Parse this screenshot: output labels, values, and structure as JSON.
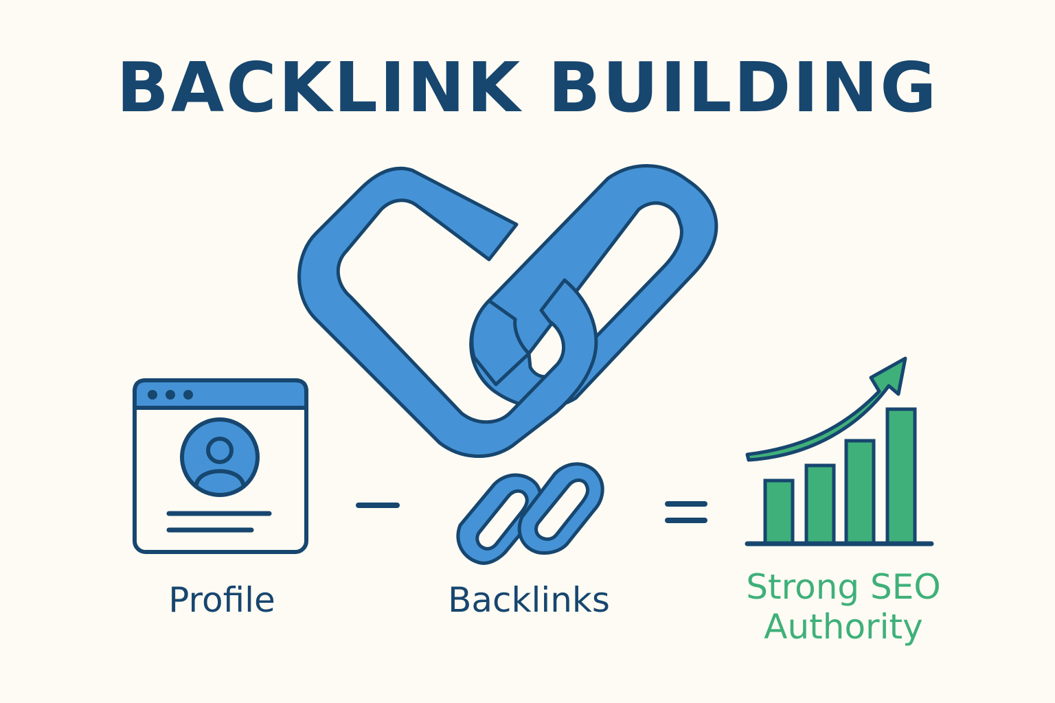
{
  "title": "BACKLINK BUILDING",
  "labels": {
    "profile": "Profile",
    "backlinks": "Backlinks",
    "result_line1": "Strong SEO",
    "result_line2": "Authority"
  },
  "operators": {
    "minus": "−",
    "equals": "="
  },
  "icons": {
    "big_chain": "chain-link-icon",
    "profile_window": "browser-profile-icon",
    "small_chain": "link-icon",
    "growth_chart": "bar-chart-growth-icon"
  },
  "colors": {
    "background": "#fdfbf3",
    "navy": "#17466f",
    "blue": "#4593d6",
    "green": "#3fb07a"
  }
}
